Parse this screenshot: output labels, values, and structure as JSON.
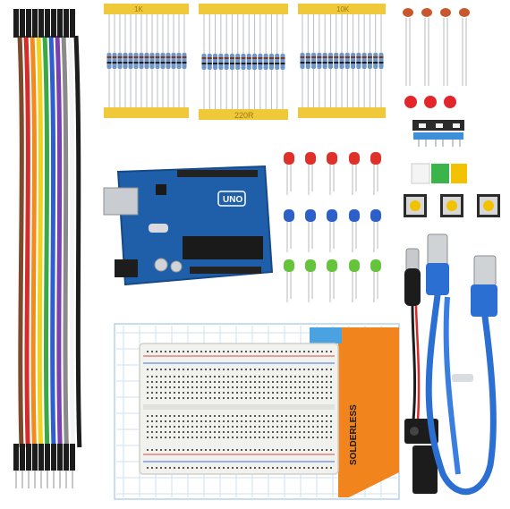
{
  "product": {
    "labels": {
      "resistor_strip_left": "1K",
      "resistor_strip_middle": "220R",
      "resistor_strip_right": "10K",
      "board_logo": "UNO",
      "breadboard_label": "SOLDERLESS"
    }
  },
  "colors": {
    "board_blue": "#1f5ea8",
    "breadboard_white": "#f1f1ee",
    "breadboard_card_orange": "#f2841d",
    "resistor_tape": "#f0c93a",
    "usb_cable_blue": "#2a6fd1",
    "led_red": "#e0302a",
    "led_blue": "#2d5fc9",
    "led_green": "#66c43c",
    "button_yellow": "#f2c200"
  },
  "icons": {
    "jumper_wires": "jumper-wire-bundle-icon",
    "resistors": "resistor-icon",
    "ldr": "photoresistor-icon",
    "led": "led-icon",
    "switch": "slide-switch-icon",
    "button": "tactile-button-icon",
    "board": "microcontroller-board-icon",
    "breadboard": "breadboard-icon",
    "usb_cable": "usb-cable-icon",
    "battery_clip": "battery-clip-icon",
    "dc_jack": "dc-jack-icon"
  }
}
